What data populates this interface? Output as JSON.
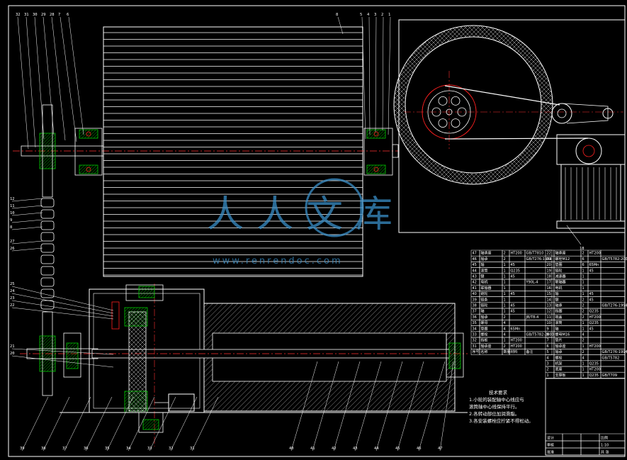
{
  "drawing": {
    "title": "",
    "colors": {
      "background": "#000000",
      "line": "#ffffff",
      "green": "#00c800",
      "red": "#ff2020",
      "centerline": "#ff3030",
      "watermark": "#3a8fc8"
    }
  },
  "watermark": {
    "main": "人人文库",
    "url": "www.renrendoc.com"
  },
  "top_callouts": [
    "32",
    "31",
    "30",
    "29",
    "28",
    "7",
    "6"
  ],
  "right_callouts": [
    "5",
    "4",
    "3",
    "2",
    "1"
  ],
  "left_callouts": [
    "12",
    "11",
    "10",
    "9",
    "8",
    "27",
    "26",
    "25",
    "24",
    "23",
    "22",
    "21",
    "20"
  ],
  "bottom_callouts": [
    "39",
    "38",
    "37",
    "36",
    "35",
    "34",
    "33",
    "32",
    "31",
    "40",
    "41",
    "42",
    "43",
    "44",
    "45",
    "46",
    "47"
  ],
  "view_callout": "18",
  "tech_notes": {
    "heading": "技术要求",
    "items": [
      "1.小轮的装配轴中心线应与",
      "滚筒轴中心线保持平行。",
      "2.各转动部位加润滑脂。",
      "3.各安装螺栓应拧紧不得松动。"
    ]
  },
  "parts_table_right": [
    [
      "22",
      "轴承座",
      "2",
      "HT200",
      ""
    ],
    [
      "21",
      "螺栓M12",
      "6",
      "",
      "GB/T5782-2000"
    ],
    [
      "20",
      "垫圈",
      "6",
      "65Mn",
      ""
    ],
    [
      "19",
      "链轮",
      "1",
      "45",
      ""
    ],
    [
      "18",
      "减速器",
      "1",
      "",
      ""
    ],
    [
      "17",
      "联轴器",
      "1",
      "",
      ""
    ],
    [
      "16",
      "电机",
      "1",
      "",
      ""
    ],
    [
      "15",
      "轴",
      "1",
      "45",
      ""
    ],
    [
      "14",
      "键",
      "2",
      "45",
      ""
    ],
    [
      "13",
      "轴承",
      "2",
      "",
      "GB/T276-1994"
    ],
    [
      "12",
      "挡圈",
      "2",
      "Q235",
      ""
    ],
    [
      "11",
      "端盖",
      "2",
      "HT200",
      ""
    ],
    [
      "10",
      "滚筒",
      "1",
      "Q235",
      ""
    ],
    [
      "9",
      "轴",
      "1",
      "45",
      ""
    ],
    [
      "8",
      "螺母M16",
      "4",
      "",
      ""
    ],
    [
      "7",
      "垫片",
      "2",
      "",
      ""
    ],
    [
      "6",
      "轴承座",
      "1",
      "HT200",
      ""
    ],
    [
      "5",
      "轴承",
      "2",
      "",
      "GB/T276-1994"
    ],
    [
      "4",
      "螺栓",
      "4",
      "",
      "GB/T5782"
    ],
    [
      "3",
      "机架",
      "1",
      "Q235",
      ""
    ],
    [
      "2",
      "底座",
      "1",
      "HT200",
      ""
    ],
    [
      "1",
      "支撑板",
      "1",
      "Q235",
      "GB/T709"
    ]
  ],
  "parts_table_left": [
    [
      "47",
      "轴承座",
      "2",
      "HT200",
      "GB/T7810"
    ],
    [
      "46",
      "轴承",
      "2",
      "",
      "GB/T276-1994"
    ],
    [
      "45",
      "轴",
      "1",
      "45",
      ""
    ],
    [
      "44",
      "滚筒",
      "1",
      "Q235",
      ""
    ],
    [
      "43",
      "键",
      "1",
      "45",
      ""
    ],
    [
      "42",
      "电机",
      "1",
      "",
      "Y90L-4"
    ],
    [
      "41",
      "联轴器",
      "1",
      "",
      ""
    ],
    [
      "40",
      "链轮",
      "1",
      "45",
      ""
    ],
    [
      "39",
      "链条",
      "1",
      "",
      ""
    ],
    [
      "38",
      "链轮",
      "1",
      "45",
      ""
    ],
    [
      "37",
      "轴",
      "1",
      "45",
      ""
    ],
    [
      "36",
      "轴承",
      "2",
      "",
      "JB/T8-4"
    ],
    [
      "35",
      "螺母",
      "4",
      "",
      ""
    ],
    [
      "34",
      "垫圈",
      "4",
      "65Mn",
      ""
    ],
    [
      "33",
      "螺栓",
      "4",
      "",
      "GB/T5782-2000"
    ],
    [
      "32",
      "挡板",
      "1",
      "HT200",
      ""
    ],
    [
      "31",
      "轴承座",
      "2",
      "HT200",
      ""
    ]
  ],
  "table_header": [
    "序号",
    "名称",
    "数量",
    "材料",
    "备注"
  ],
  "title_block": {
    "rows": [
      [
        "设计",
        "",
        "",
        "比例"
      ],
      [
        "审核",
        "",
        "",
        "1:10"
      ],
      [
        "批准",
        "",
        "",
        "共 张"
      ]
    ],
    "school": "",
    "drawing_name": "",
    "drawing_no": ""
  }
}
